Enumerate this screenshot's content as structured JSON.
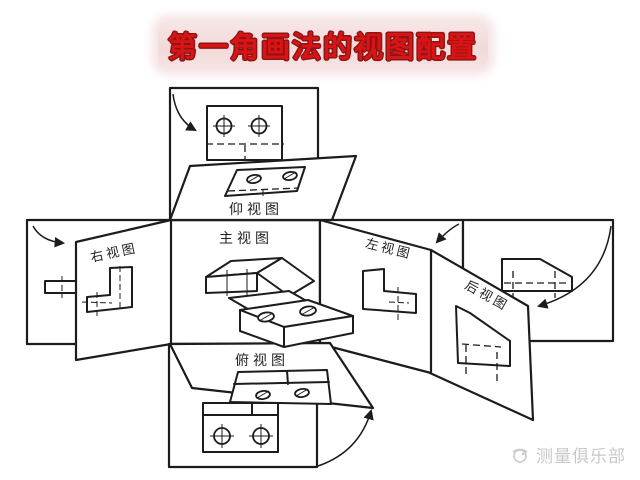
{
  "title": {
    "text": "第一角画法的视图配置",
    "color": "#da1414"
  },
  "diagram": {
    "line_color": "#1c1c1c",
    "labels": {
      "bottom_view": "仰视图",
      "front_view": "主视图",
      "top_view": "俯视图",
      "right_view": "右视图",
      "left_view": "左视图",
      "rear_view": "后视图"
    },
    "icons": [
      "unfold-arrow-top",
      "unfold-arrow-left",
      "unfold-arrow-left-view-fold",
      "unfold-arrow-rear",
      "unfold-arrow-bottom"
    ]
  },
  "watermark": {
    "icon": "club-logo-icon",
    "text": "测量俱乐部",
    "color": "#c8c8c8"
  }
}
